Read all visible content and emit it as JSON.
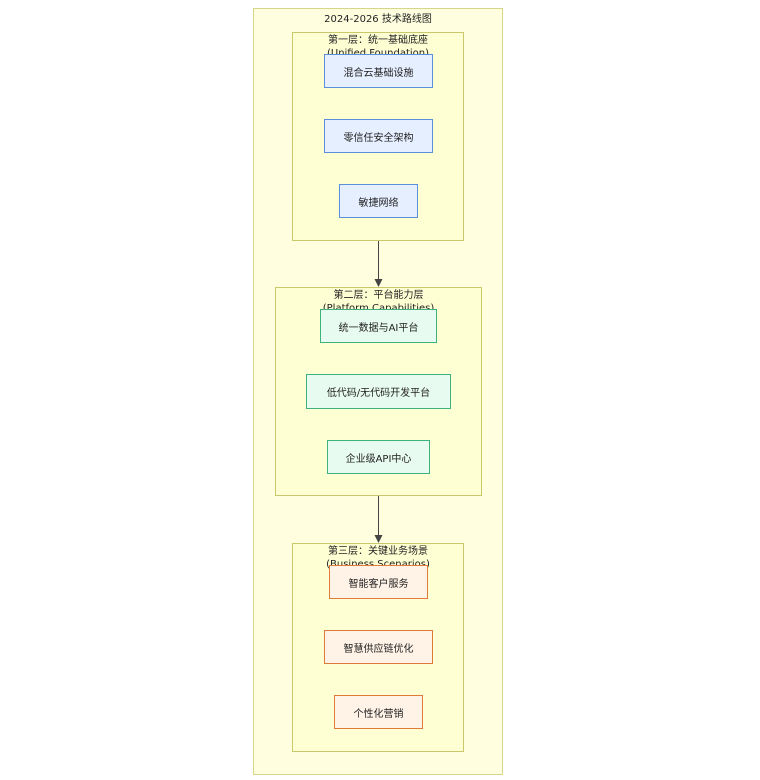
{
  "diagram": {
    "title": "2024-2026 技术路线图",
    "layers": [
      {
        "title": "第一层：统一基础底座",
        "subtitle": "(Unified Foundation)",
        "nodes": [
          "混合云基础设施",
          "零信任安全架构",
          "敏捷网络"
        ]
      },
      {
        "title": "第二层：平台能力层",
        "subtitle": "(Platform Capabilities)",
        "nodes": [
          "统一数据与AI平台",
          "低代码/无代码开发平台",
          "企业级API中心"
        ]
      },
      {
        "title": "第三层：关键业务场景",
        "subtitle": "(Business Scenarios)",
        "nodes": [
          "智能客户服务",
          "智慧供应链优化",
          "个性化营销"
        ]
      }
    ],
    "colors": {
      "outer_fill": "#ffffe0",
      "layer_fill": "#ffffd4",
      "infra_fill": "#e6efff",
      "infra_border": "#5b8fd8",
      "platform_fill": "#e8fbf1",
      "platform_border": "#3fb17e",
      "business_fill": "#fff3e8",
      "business_border": "#e07a3a"
    }
  }
}
